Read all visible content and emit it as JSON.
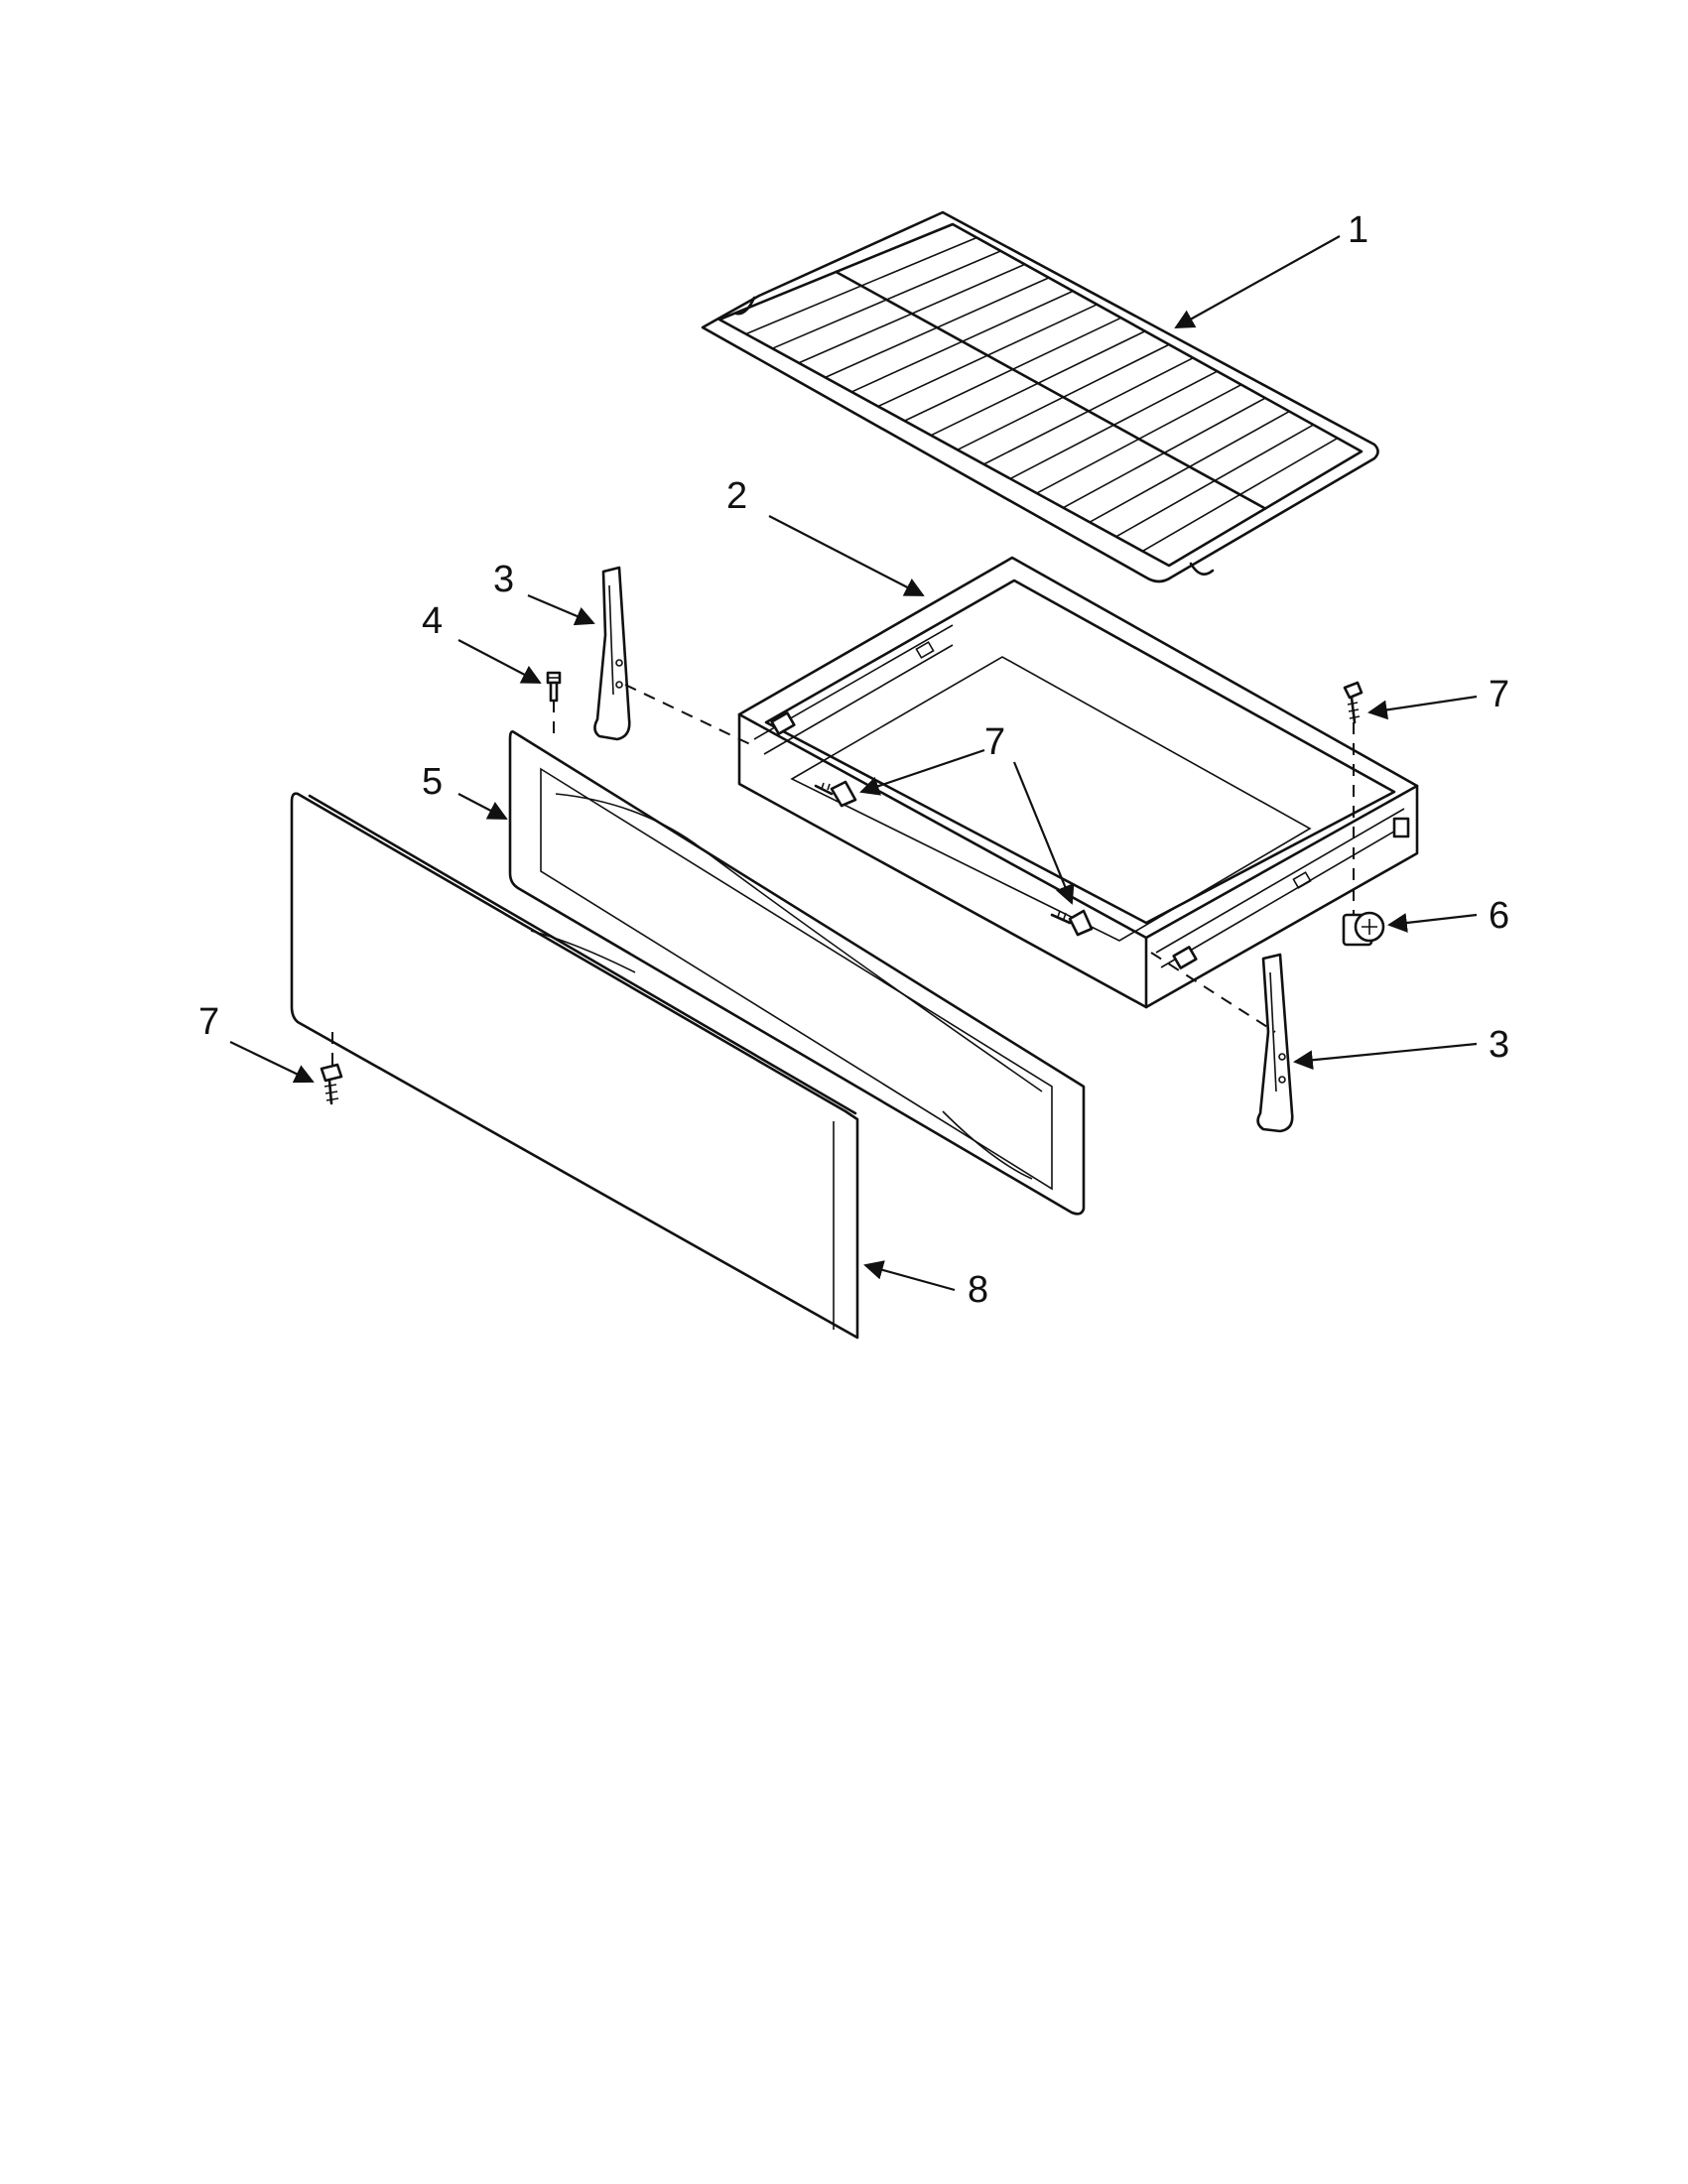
{
  "callouts": [
    {
      "id": "c1",
      "label": "1"
    },
    {
      "id": "c2",
      "label": "2"
    },
    {
      "id": "c3a",
      "label": "3"
    },
    {
      "id": "c3b",
      "label": "3"
    },
    {
      "id": "c4",
      "label": "4"
    },
    {
      "id": "c5",
      "label": "5"
    },
    {
      "id": "c6",
      "label": "6"
    },
    {
      "id": "c7a",
      "label": "7"
    },
    {
      "id": "c7b",
      "label": "7"
    },
    {
      "id": "c7c",
      "label": "7"
    },
    {
      "id": "c8",
      "label": "8"
    }
  ],
  "colors": {
    "ink": "#111111",
    "background": "#ffffff"
  }
}
